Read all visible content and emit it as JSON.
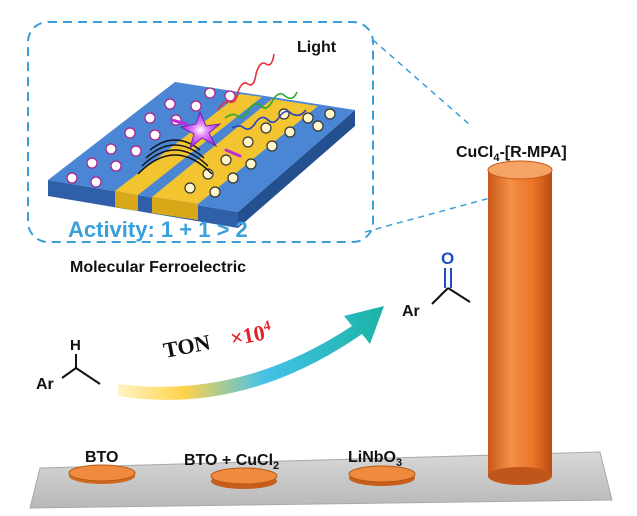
{
  "inset": {
    "light_label": "Light",
    "activity_label": "Activity: 1 + 1 > 2",
    "caption": "Molecular Ferroelectric"
  },
  "bars": {
    "tall_label_main": "CuCl",
    "tall_label_sub": "4",
    "tall_label_tail": "-[R-MPA]",
    "labels": [
      {
        "main": "BTO",
        "sub": "",
        "tail": ""
      },
      {
        "main": "BTO + CuCl",
        "sub": "2",
        "tail": ""
      },
      {
        "main": "LiNbO",
        "sub": "3",
        "tail": ""
      }
    ]
  },
  "reaction": {
    "ton_label": "TON",
    "multiplier_base": "×10",
    "multiplier_exp": "4",
    "reactant_h": "H",
    "reactant_ar": "Ar",
    "product_o": "O",
    "product_ar": "Ar"
  },
  "colors": {
    "dash_box": "#3a9fd8",
    "activity": "#3aa0dc",
    "bar": "#ef7a2a",
    "bar_dark": "#c85a14",
    "platform": "#c8c8c8",
    "multiplier": "#e0242a",
    "carbonyl_o": "#1d4fc4"
  },
  "icons": [
    "light-wave-icon",
    "sparkle-icon",
    "arrow-icon"
  ]
}
